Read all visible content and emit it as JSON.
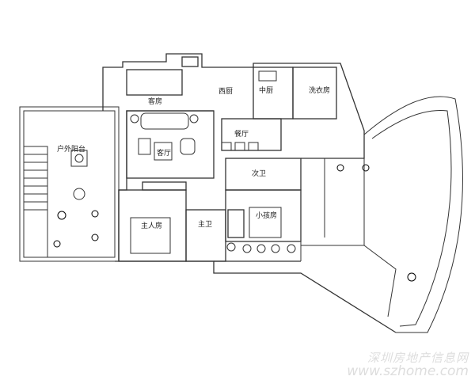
{
  "rooms": {
    "guest_room": "客房",
    "western_kitchen": "西厨",
    "chinese_kitchen": "中厨",
    "laundry": "洗衣房",
    "dining": "餐厅",
    "living": "客厅",
    "outdoor_balcony": "户外阳台",
    "second_bath": "次卫",
    "master_bath": "主卫",
    "master_bedroom": "主人房",
    "kids_room": "小孩房"
  },
  "watermark": {
    "line1": "深圳房地产信息网",
    "line2": "www.szhome.com"
  }
}
